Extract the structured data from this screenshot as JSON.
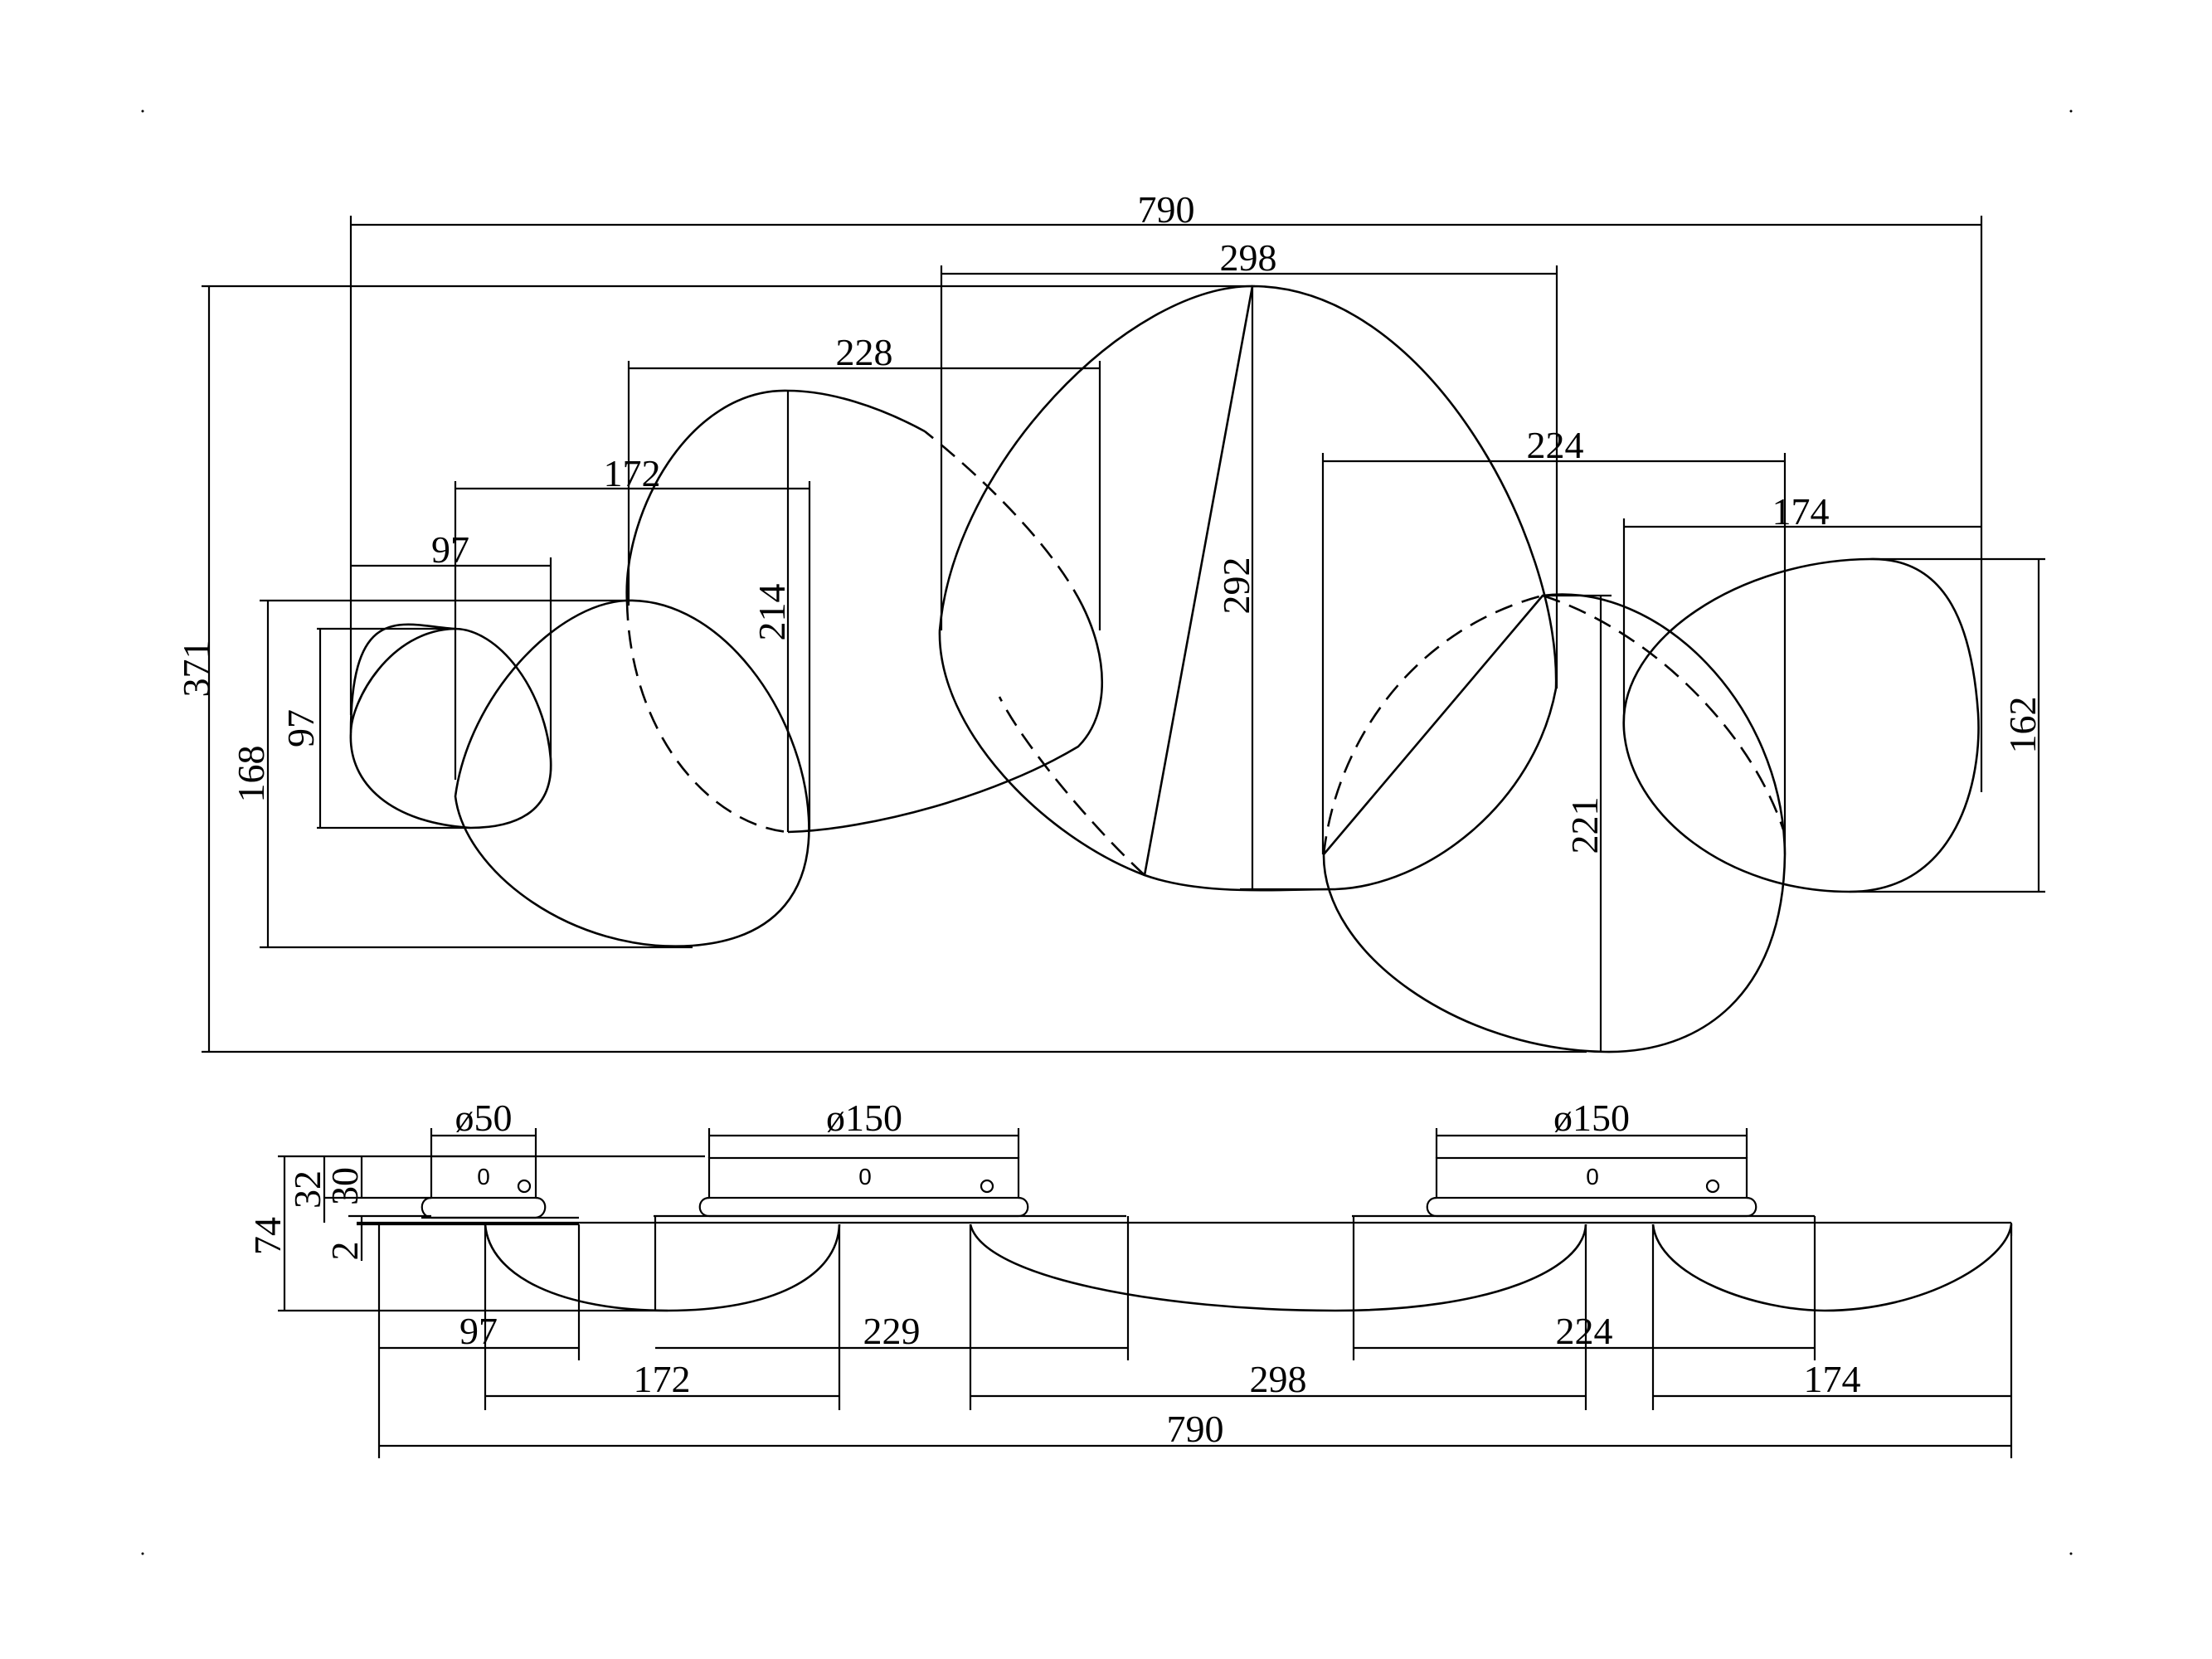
{
  "title": "",
  "top_view": {
    "dimensions": {
      "overall_width": "790",
      "overall_height": "371",
      "shade_1_width": "97",
      "shade_1_height": "97",
      "shade_2_width": "172",
      "shade_2_height": "168",
      "shade_3_width": "228",
      "shade_3_height": "214",
      "shade_4_width": "298",
      "shade_4_height": "292",
      "shade_5_width": "224",
      "shade_5_height": "221",
      "shade_6_width": "174",
      "shade_6_height": "162"
    }
  },
  "side_view": {
    "canopy_small_diameter": "ø50",
    "canopy_left_diameter": "ø150",
    "canopy_right_diameter": "ø150",
    "height_total": "74",
    "height_canopy": "32",
    "height_canopy_body": "30",
    "plate_thickness": "2",
    "width_97": "97",
    "width_229": "229",
    "width_224": "224",
    "width_172": "172",
    "width_298": "298",
    "width_174": "174",
    "overall_width": "790",
    "switch_mark": "0"
  }
}
